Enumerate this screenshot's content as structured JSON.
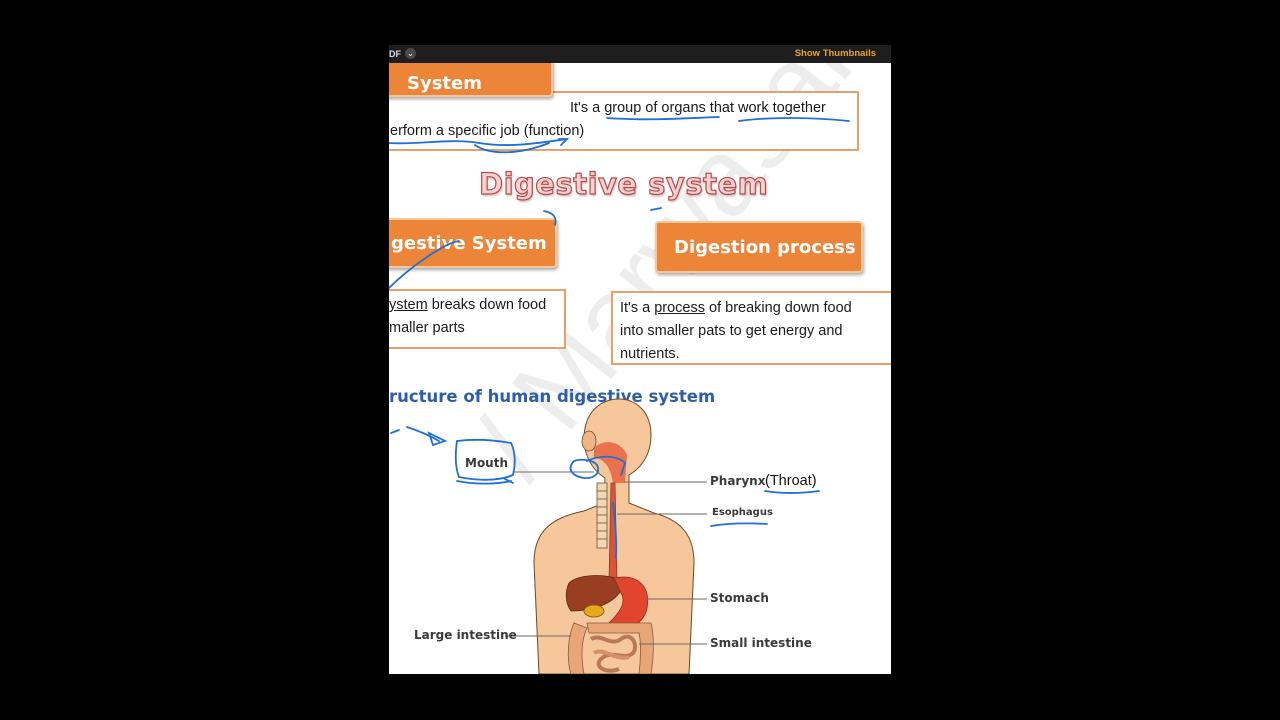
{
  "toolbar": {
    "left_label": "DF",
    "show_thumbnails": "Show Thumbnails"
  },
  "slide": {
    "system_header": "System",
    "system_definition_line1": "It's a group of organs that work together",
    "system_definition_line2": "erform a specific job (function)",
    "title": "Digestive system",
    "digestive_system_header": "gestive System",
    "digestive_system_text_line1_underlined": "ystem",
    "digestive_system_text_line1_rest": " breaks down food",
    "digestive_system_text_line2": "maller parts",
    "digestion_process_header": "Digestion process",
    "digestion_process_line1_pre": "It's a ",
    "digestion_process_line1_underlined": "process",
    "digestion_process_line1_post": " of breaking down food",
    "digestion_process_line2": "into smaller pats to get energy and",
    "digestion_process_line3": "nutrients.",
    "structure_heading": "ructure of human digestive system",
    "watermark": "/ Marwasam/"
  },
  "diagram": {
    "labels": {
      "mouth": "Mouth",
      "pharynx": "Pharynx",
      "throat": "(Throat)",
      "esophagus": "Esophagus",
      "stomach": "Stomach",
      "large_intestine": "Large intestine",
      "small_intestine": "Small intestine"
    }
  },
  "colors": {
    "orange_header": "#ec8538",
    "box_border": "#e8a06a",
    "ink_blue": "#1f6fd6",
    "heading_blue": "#2e5ea8",
    "title_red": "#b94a4a",
    "skin": "#f6c79a"
  }
}
